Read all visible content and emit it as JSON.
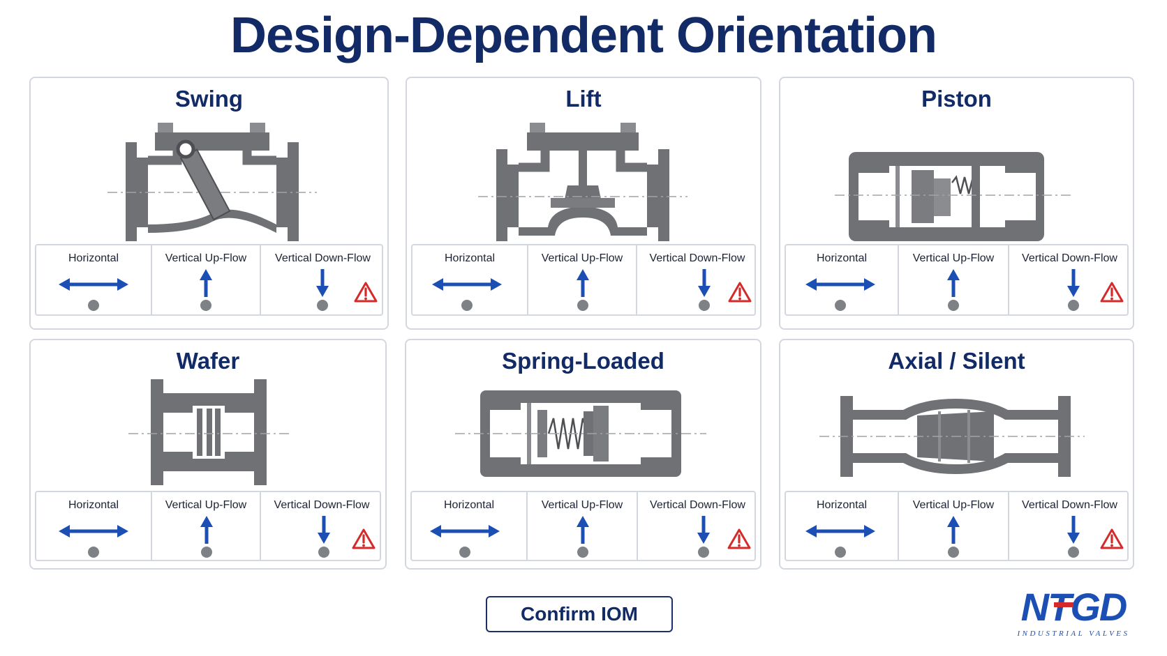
{
  "title": "Design-Dependent Orientation",
  "orientation_labels": {
    "horizontal": "Horizontal",
    "up": "Vertical Up-Flow",
    "down": "Vertical Down-Flow"
  },
  "cards": [
    {
      "id": "swing",
      "title": "Swing",
      "icon": "swing-check-valve"
    },
    {
      "id": "lift",
      "title": "Lift",
      "icon": "lift-check-valve"
    },
    {
      "id": "piston",
      "title": "Piston",
      "icon": "piston-check-valve"
    },
    {
      "id": "wafer",
      "title": "Wafer",
      "icon": "wafer-check-valve"
    },
    {
      "id": "spring-loaded",
      "title": "Spring-Loaded",
      "icon": "spring-loaded-check-valve"
    },
    {
      "id": "axial",
      "title": "Axial / Silent",
      "icon": "axial-check-valve"
    }
  ],
  "button": {
    "label": "Confirm IOM"
  },
  "logo": {
    "brand": "NTGD",
    "tagline": "INDUSTRIAL VALVES"
  },
  "colors": {
    "title": "#122a66",
    "arrow": "#1b4fb4",
    "warning": "#d42a2a",
    "status_dot": "#7e8185",
    "valve_body": "#6f7175",
    "border": "#d3d7de"
  }
}
